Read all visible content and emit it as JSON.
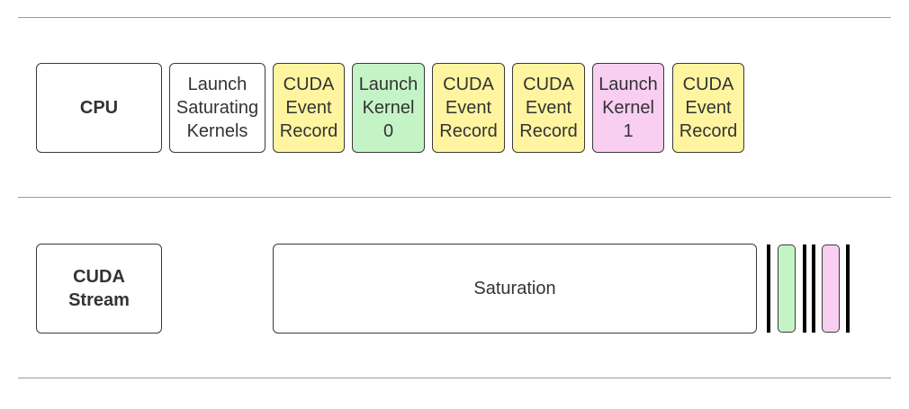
{
  "colors": {
    "event": "#fff5a0",
    "kernel0": "#c4f4c6",
    "kernel1": "#f8cff0",
    "plain": "#ffffff"
  },
  "rows": {
    "cpu_label": "CPU",
    "stream_label": "CUDA\nStream"
  },
  "cpu_ops": [
    {
      "text": "Launch\nSaturating\nKernels",
      "kind": "plain"
    },
    {
      "text": "CUDA\nEvent\nRecord",
      "kind": "event"
    },
    {
      "text": "Launch\nKernel\n0",
      "kind": "kernel0"
    },
    {
      "text": "CUDA\nEvent\nRecord",
      "kind": "event"
    },
    {
      "text": "CUDA\nEvent\nRecord",
      "kind": "event"
    },
    {
      "text": "Launch\nKernel\n1",
      "kind": "kernel1"
    },
    {
      "text": "CUDA\nEvent\nRecord",
      "kind": "event"
    }
  ],
  "stream": {
    "saturation_label": "Saturation",
    "segments": [
      "event",
      "kernel0",
      "event",
      "event",
      "kernel1",
      "event"
    ]
  }
}
